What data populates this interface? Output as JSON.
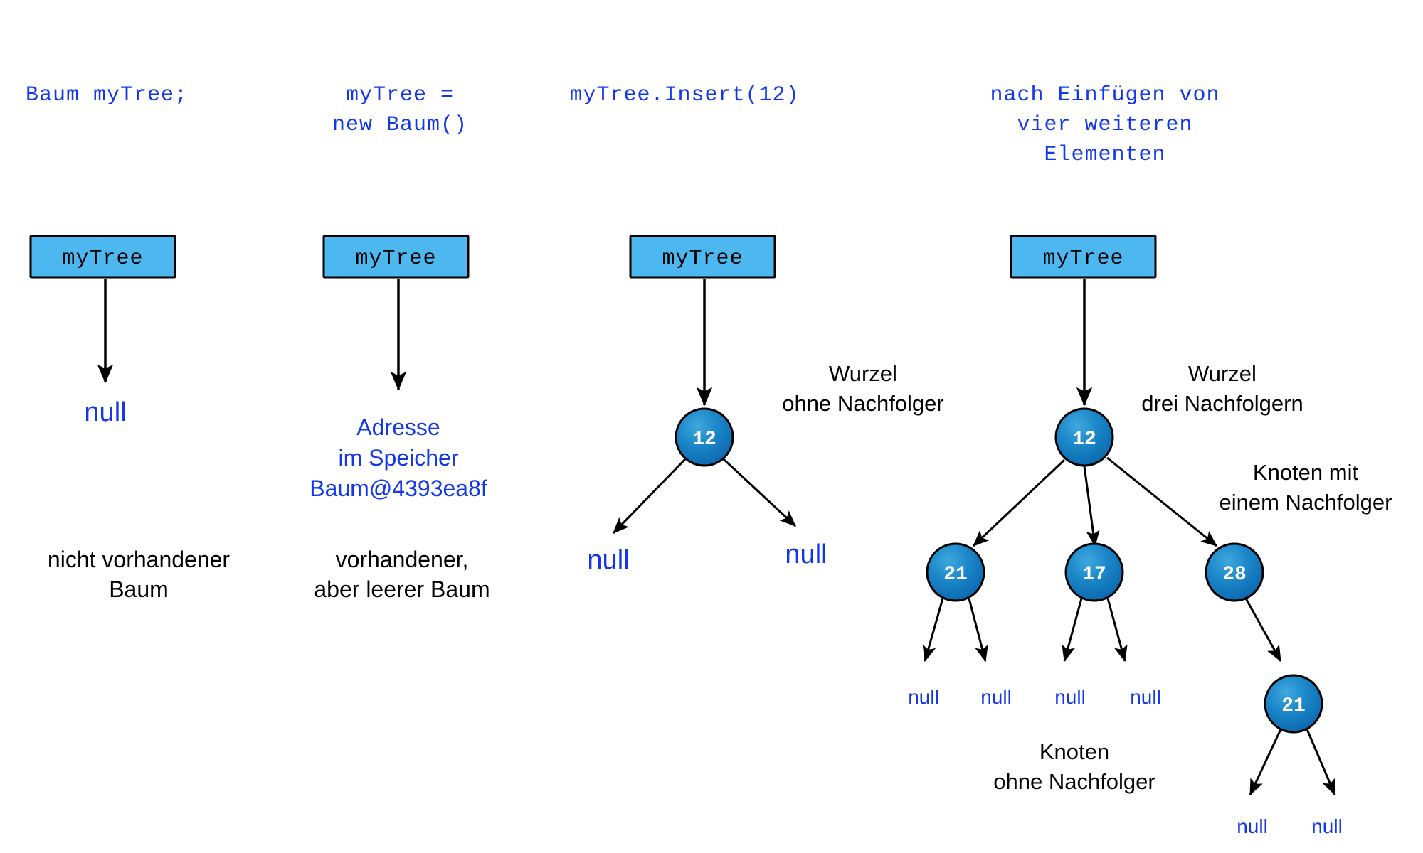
{
  "figure": {
    "title_hidden": "Binaerbaum Zustaende",
    "colors": {
      "code_blue": "#1437e8",
      "box_fill": "#4db7f0",
      "node_blue_light": "#2e9fd8",
      "node_blue_dark": "#0f6fb5",
      "stroke_black": "#000000",
      "text_black": "#000000",
      "background": "#ffffff"
    }
  },
  "panels": [
    {
      "id": "panel-1",
      "header": [
        "Baum myTree;"
      ],
      "box_label": "myTree",
      "pointer_target": "null",
      "caption": [
        "nicht vorhandener",
        "Baum"
      ]
    },
    {
      "id": "panel-2",
      "header": [
        "myTree =",
        "new Baum()"
      ],
      "box_label": "myTree",
      "pointer_target": [
        "Adresse",
        "im Speicher",
        "Baum@4393ea8f"
      ],
      "caption": [
        "vorhandener,",
        "aber leerer Baum"
      ]
    },
    {
      "id": "panel-3",
      "header": [
        "myTree.Insert(12)"
      ],
      "box_label": "myTree",
      "annotations": [
        {
          "id": "annot-root-no-succ",
          "lines": [
            "Wurzel",
            "ohne Nachfolger"
          ]
        }
      ],
      "nodes": [
        {
          "id": "n3-root",
          "value": "12"
        }
      ],
      "null_leaves": [
        "null",
        "null"
      ]
    },
    {
      "id": "panel-4",
      "header": [
        "nach Einfügen von",
        "vier weiteren",
        "Elementen"
      ],
      "box_label": "myTree",
      "annotations": [
        {
          "id": "annot-root-three-succ",
          "lines": [
            "Wurzel",
            "drei Nachfolgern"
          ]
        },
        {
          "id": "annot-node-one-succ",
          "lines": [
            "Knoten mit",
            "einem Nachfolger"
          ]
        },
        {
          "id": "annot-node-no-succ",
          "lines": [
            "Knoten",
            "ohne Nachfolger"
          ]
        }
      ],
      "nodes": [
        {
          "id": "n4-root",
          "value": "12"
        },
        {
          "id": "n4-a",
          "value": "21"
        },
        {
          "id": "n4-b",
          "value": "17"
        },
        {
          "id": "n4-c",
          "value": "28"
        },
        {
          "id": "n4-d",
          "value": "21"
        }
      ],
      "null_leaves": [
        "null",
        "null",
        "null",
        "null",
        "null",
        "null"
      ]
    }
  ],
  "labels": {
    "null": "null"
  }
}
